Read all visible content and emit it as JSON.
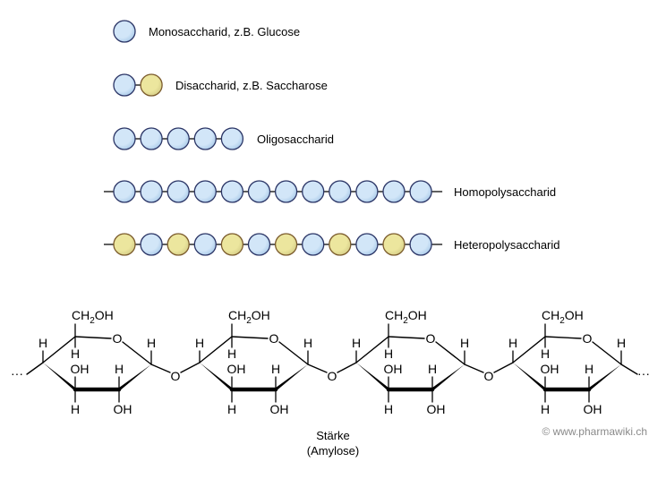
{
  "colors": {
    "blue_fill": "#d2e6f8",
    "blue_shade": "#a8c9e8",
    "blue_stroke": "#2b3566",
    "yellow_fill": "#ece69e",
    "yellow_shade": "#d4cc86",
    "yellow_stroke": "#7b5b2c",
    "bond": "#000000",
    "copyright": "#8a8a8a"
  },
  "legend_rows": [
    {
      "id": "mono",
      "label": "Monosaccharid, z.B. Glucose",
      "units": [
        "blue"
      ],
      "tails": false
    },
    {
      "id": "di",
      "label": "Disaccharid, z.B. Saccharose",
      "units": [
        "blue",
        "yellow"
      ],
      "tails": false
    },
    {
      "id": "oligo",
      "label": "Oligosaccharid",
      "units": [
        "blue",
        "blue",
        "blue",
        "blue",
        "blue"
      ],
      "tails": false
    },
    {
      "id": "homo",
      "label": "Homopolysaccharid",
      "units": [
        "blue",
        "blue",
        "blue",
        "blue",
        "blue",
        "blue",
        "blue",
        "blue",
        "blue",
        "blue",
        "blue",
        "blue"
      ],
      "tails": true
    },
    {
      "id": "hetero",
      "label": "Heteropolysaccharid",
      "units": [
        "yellow",
        "blue",
        "yellow",
        "blue",
        "yellow",
        "blue",
        "yellow",
        "blue",
        "yellow",
        "blue",
        "yellow",
        "blue"
      ],
      "tails": true
    }
  ],
  "structure": {
    "ring_count": 4,
    "substituent_ch2oh": "CH",
    "substituent_ch2oh_sub": "2",
    "substituent_ch2oh_tail": "OH",
    "ring_oxygen": "O",
    "glycosidic_oxygen": "O",
    "hydrogen": "H",
    "hydroxyl": "OH",
    "chain_continuation": "···"
  },
  "caption": {
    "line1": "Stärke",
    "line2": "(Amylose)"
  },
  "copyright": "© www.pharmawiki.ch"
}
